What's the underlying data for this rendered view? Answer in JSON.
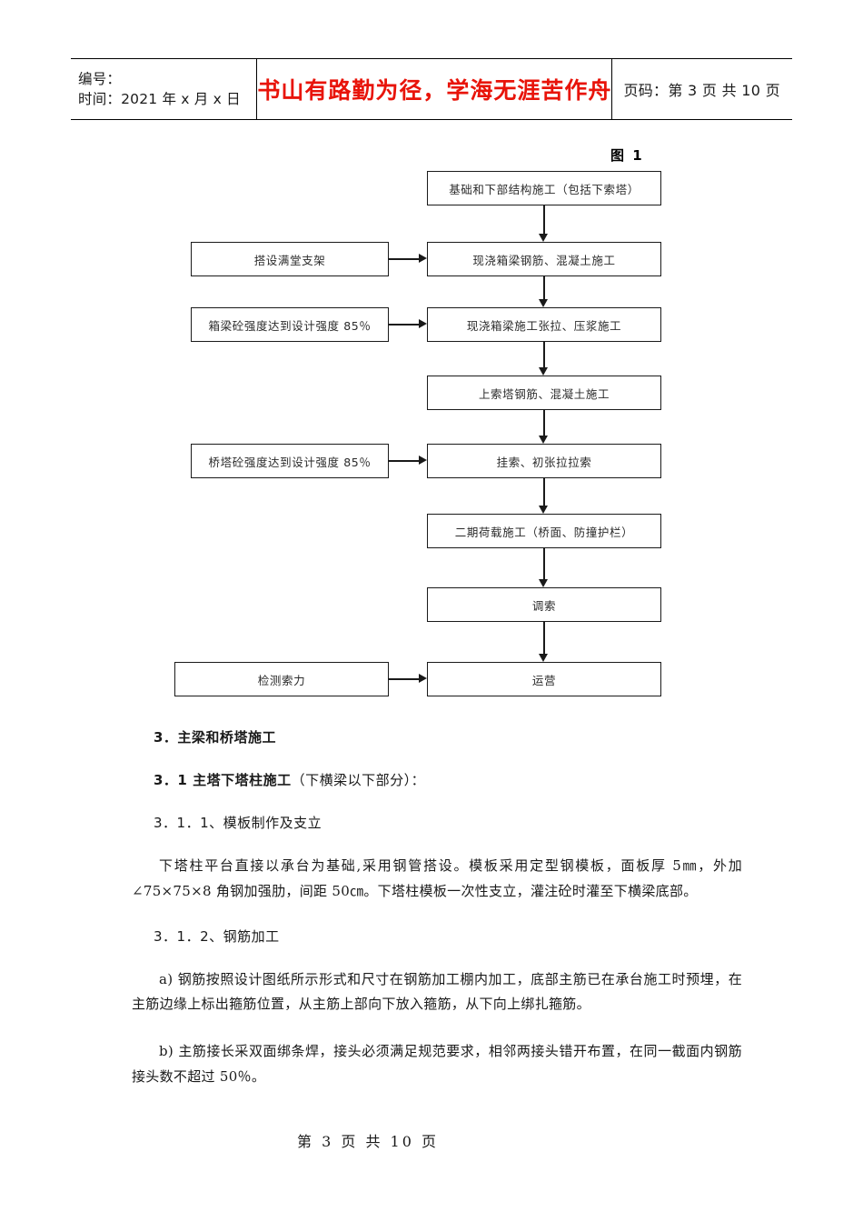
{
  "header": {
    "number_label": "编号：",
    "time_label": "时间：2021 年 x 月 x 日",
    "slogan": "书山有路勤为径，学海无涯苦作舟",
    "page_info": "页码：第 3 页  共 10 页"
  },
  "figure": {
    "caption": "图 1",
    "main_nodes": [
      {
        "id": "n1",
        "text": "基础和下部结构施工（包括下索塔）"
      },
      {
        "id": "n2",
        "text": "现浇箱梁钢筋、混凝土施工"
      },
      {
        "id": "n3",
        "text": "现浇箱梁施工张拉、压浆施工"
      },
      {
        "id": "n4",
        "text": "上索塔钢筋、混凝土施工"
      },
      {
        "id": "n5",
        "text": "挂索、初张拉拉索"
      },
      {
        "id": "n6",
        "text": "二期荷载施工（桥面、防撞护栏）"
      },
      {
        "id": "n7",
        "text": "调索"
      },
      {
        "id": "n8",
        "text": "运营"
      }
    ],
    "side_nodes": [
      {
        "id": "s1",
        "text": "搭设满堂支架"
      },
      {
        "id": "s2",
        "text": "箱梁砼强度达到设计强度 85％"
      },
      {
        "id": "s3",
        "text": "桥塔砼强度达到设计强度 85％"
      },
      {
        "id": "s4",
        "text": "检测索力"
      }
    ]
  },
  "body": {
    "section_title": "3．主梁和桥塔施工",
    "subsection_bold": "3．1 主塔下塔柱施工",
    "subsection_rest": "（下横梁以下部分）：",
    "item_1": "3．1．1、模板制作及支立",
    "para_1": "下塔柱平台直接以承台为基础,采用钢管搭设。模板采用定型钢模板，面板厚 5㎜，外加∠75×75×8 角钢加强肋，间距 50㎝。下塔柱模板一次性支立，灌注砼时灌至下横梁底部。",
    "item_2": "3．1．2、钢筋加工",
    "para_a": "a) 钢筋按照设计图纸所示形式和尺寸在钢筋加工棚内加工，底部主筋已在承台施工时预埋，在主筋边缘上标出箍筋位置，从主筋上部向下放入箍筋，从下向上绑扎箍筋。",
    "para_b": "b) 主筋接长采双面绑条焊，接头必须满足规范要求，相邻两接头错开布置，在同一截面内钢筋接头数不超过 50％。"
  },
  "footer": {
    "page_number": "第 3 页  共 10 页"
  }
}
